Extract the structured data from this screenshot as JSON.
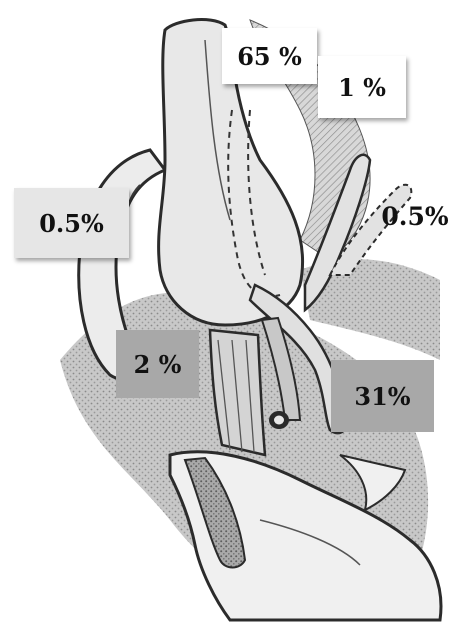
{
  "labels": {
    "l1": "65 %",
    "l2": "1 %",
    "l3": "0.5%",
    "l4": "0.5%",
    "l5": "2 %",
    "l6": "31%"
  }
}
